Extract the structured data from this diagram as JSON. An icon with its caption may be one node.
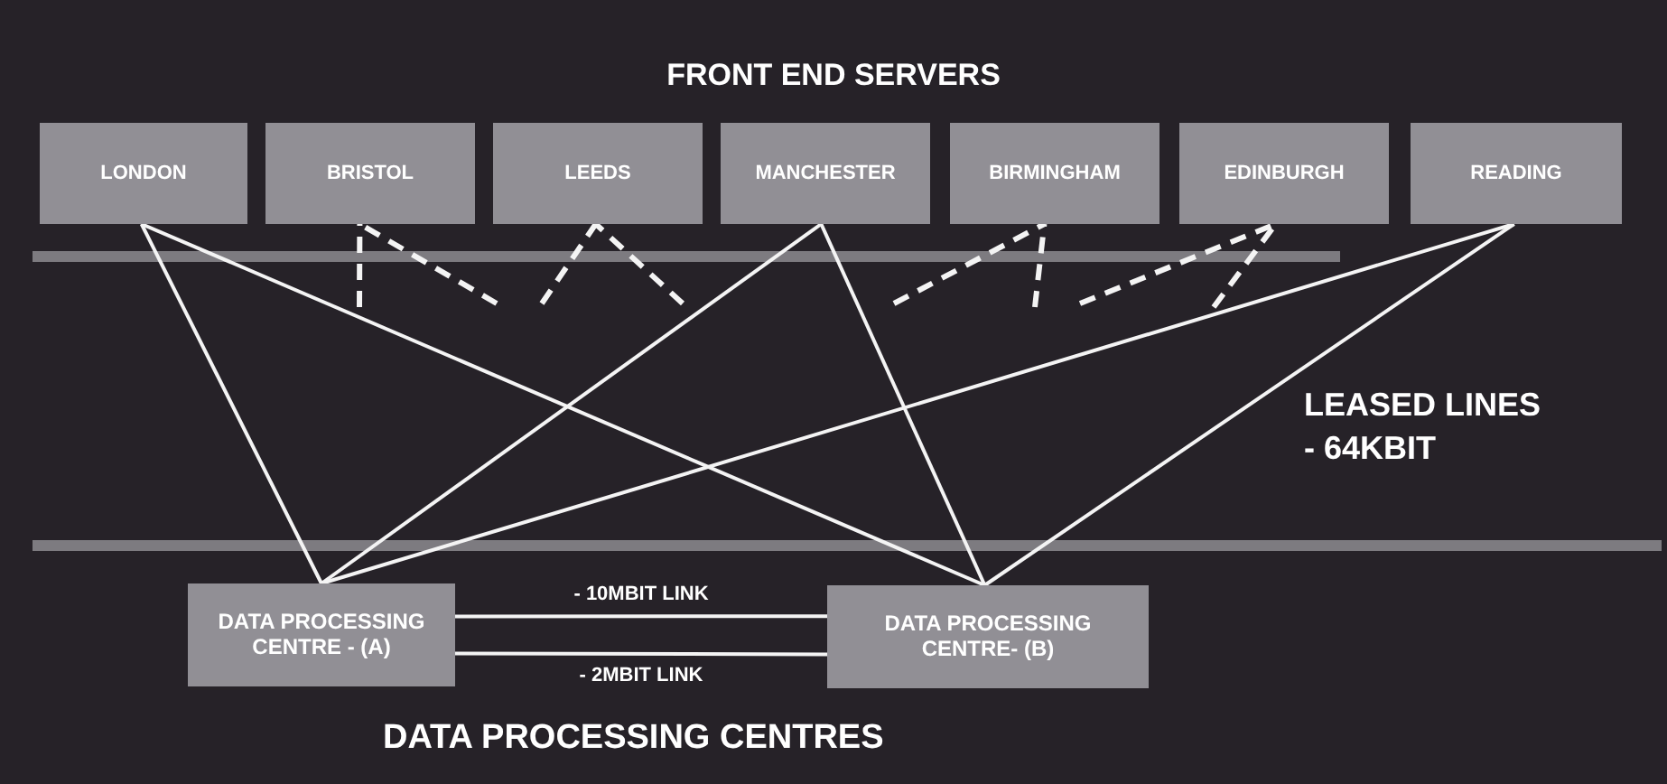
{
  "diagram": {
    "title": "FRONT END SERVERS",
    "nodes": [
      {
        "text": [
          "LONDON"
        ]
      },
      {
        "text": [
          "BRISTOL"
        ]
      },
      {
        "text": [
          "LEEDS"
        ]
      },
      {
        "text": [
          "MANCHESTER"
        ]
      },
      {
        "text": [
          "BIRMINGHAM"
        ]
      },
      {
        "text": [
          "EDINBURGH"
        ]
      },
      {
        "text": [
          "READING"
        ]
      },
      {
        "text": [
          "DATA PROCESSING CENTRE - (A)"
        ]
      },
      {
        "text": [
          "DATA PROCESSING CENTRE- (B)"
        ]
      }
    ],
    "edges": [
      {
        "from": 0,
        "to": 7,
        "arrow": "none"
      },
      {
        "from": 0,
        "to": 8,
        "arrow": "none"
      },
      {
        "from": 3,
        "to": 7,
        "arrow": "none"
      },
      {
        "from": 3,
        "to": 8,
        "arrow": "none"
      },
      {
        "from": 6,
        "to": 7,
        "arrow": "none"
      },
      {
        "from": 6,
        "to": 8,
        "arrow": "none"
      },
      {
        "from": 7,
        "to": 8,
        "arrow": "none",
        "label": "- 10MBIT LINK"
      },
      {
        "from": 7,
        "to": 8,
        "arrow": "none",
        "label": "- 2MBIT LINK"
      },
      {
        "from": null,
        "to": 1,
        "arrow": "none",
        "style": "dashed"
      },
      {
        "from": null,
        "to": 1,
        "arrow": "none",
        "style": "dashed"
      },
      {
        "from": null,
        "to": 2,
        "arrow": "none",
        "style": "dashed"
      },
      {
        "from": null,
        "to": 2,
        "arrow": "none",
        "style": "dashed"
      },
      {
        "from": null,
        "to": 4,
        "arrow": "none",
        "style": "dashed"
      },
      {
        "from": null,
        "to": 4,
        "arrow": "none",
        "style": "dashed"
      },
      {
        "from": null,
        "to": 5,
        "arrow": "none",
        "style": "dashed"
      },
      {
        "from": null,
        "to": 5,
        "arrow": "none",
        "style": "dashed"
      }
    ],
    "labels": [
      "LEASED LINES",
      "- 64KBIT",
      "DATA PROCESSING CENTRES"
    ]
  }
}
